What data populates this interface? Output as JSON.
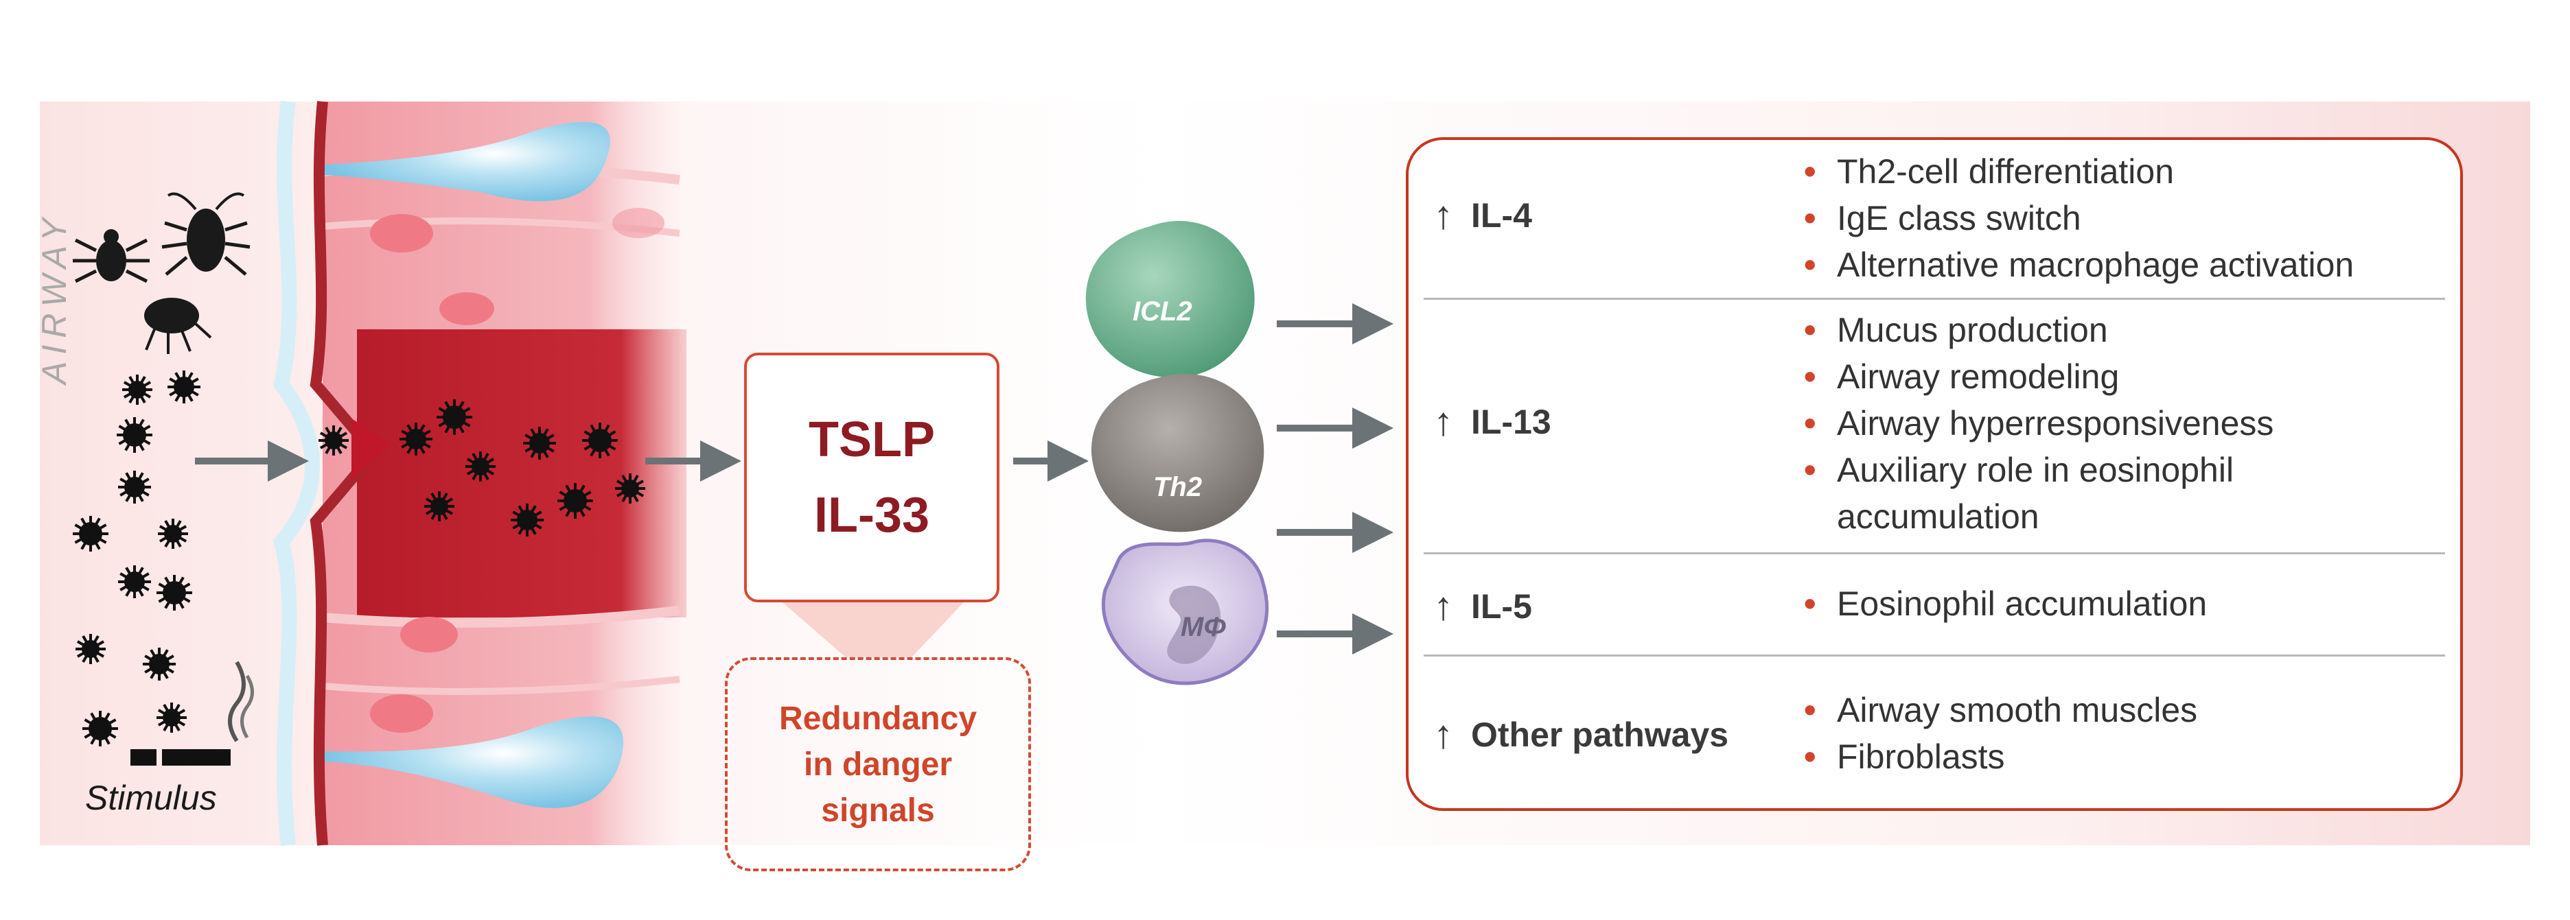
{
  "airway_label": "AIRWAY",
  "stimulus_label": "Stimulus",
  "center": {
    "tslp_lines": [
      "TSLP",
      "IL-33"
    ],
    "redundancy_lines": [
      "Redundancy",
      "in danger",
      "signals"
    ]
  },
  "cells": {
    "icl2": "ICL2",
    "th2": "Th2",
    "macrophage": "MΦ"
  },
  "cytokines": [
    {
      "name": "IL-4",
      "effects": [
        "Th2-cell differentiation",
        "IgE class switch",
        "Alternative macrophage activation"
      ]
    },
    {
      "name": "IL-13",
      "effects": [
        "Mucus production",
        "Airway remodeling",
        "Airway hyperresponsiveness",
        "Auxiliary role in eosinophil",
        "accumulation"
      ]
    },
    {
      "name": "IL-5",
      "effects": [
        "Eosinophil accumulation"
      ]
    },
    {
      "name": "Other pathways",
      "effects": [
        "Airway smooth muscles",
        "Fibroblasts"
      ]
    }
  ],
  "arrow_symbol": "↑",
  "bullet_symbol": "•",
  "colors": {
    "border_red": "#c8351e",
    "tslp_text": "#8e1b22",
    "danger_text": "#d0452a",
    "tissue_red": "#b71c2a",
    "arrow_gray": "#6b7376"
  },
  "icons": [
    "tick-icon",
    "cockroach-icon",
    "mite-icon",
    "particle-icon",
    "cigarette-icon",
    "smoke-icon",
    "arrow-right-icon"
  ]
}
